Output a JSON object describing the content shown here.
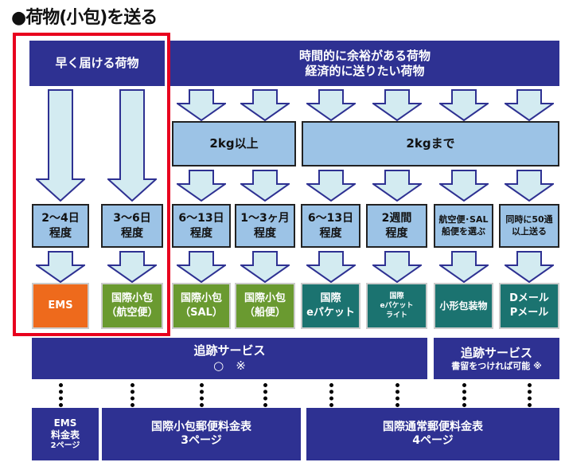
{
  "title": "●荷物(小包)を送る",
  "headers": {
    "fast": "早く届ける荷物",
    "economy_line1": "時間的に余裕がある荷物",
    "economy_line2": "経済的に送りたい荷物"
  },
  "weights": {
    "over2kg": "2kg以上",
    "upto2kg": "2kgまで"
  },
  "durations": [
    {
      "l1": "2～4日",
      "l2": "程度"
    },
    {
      "l1": "3～6日",
      "l2": "程度"
    },
    {
      "l1": "6～13日",
      "l2": "程度"
    },
    {
      "l1": "1～3ヶ月",
      "l2": "程度"
    },
    {
      "l1": "6～13日",
      "l2": "程度"
    },
    {
      "l1": "2週間",
      "l2": "程度"
    },
    {
      "l1": "航空便･SAL",
      "l2": "船便を選ぶ"
    },
    {
      "l1": "同時に50通",
      "l2": "以上送る"
    }
  ],
  "products": [
    {
      "l1": "EMS",
      "l2": ""
    },
    {
      "l1": "国際小包",
      "l2": "（航空便）"
    },
    {
      "l1": "国際小包",
      "l2": "（SAL）"
    },
    {
      "l1": "国際小包",
      "l2": "（船便）"
    },
    {
      "l1": "国際",
      "l2": "eパケット"
    },
    {
      "l1": "国際",
      "l2": "eパケット",
      "l3": "ライト"
    },
    {
      "l1": "小形包装物",
      "l2": ""
    },
    {
      "l1": "Dメール",
      "l2": "Pメール"
    }
  ],
  "tracking": {
    "main_title": "追跡サービス",
    "main_value": "○　※",
    "side_title": "追跡サービス",
    "side_value": "書留をつければ可能 ※"
  },
  "rates": {
    "ems_l1": "EMS",
    "ems_l2": "料金表",
    "ems_l3": "2ページ",
    "parcel_l1": "国際小包郵便料金表",
    "parcel_l2": "3ページ",
    "ordinary_l1": "国際通常郵便料金表",
    "ordinary_l2": "4ページ"
  },
  "colors": {
    "navy": "#2e3192",
    "light_blue": "#9cc3e6",
    "arrow": "#d3ebf1",
    "ems": "#ee6a1c",
    "green": "#6a9a30",
    "teal": "#1b7370"
  }
}
